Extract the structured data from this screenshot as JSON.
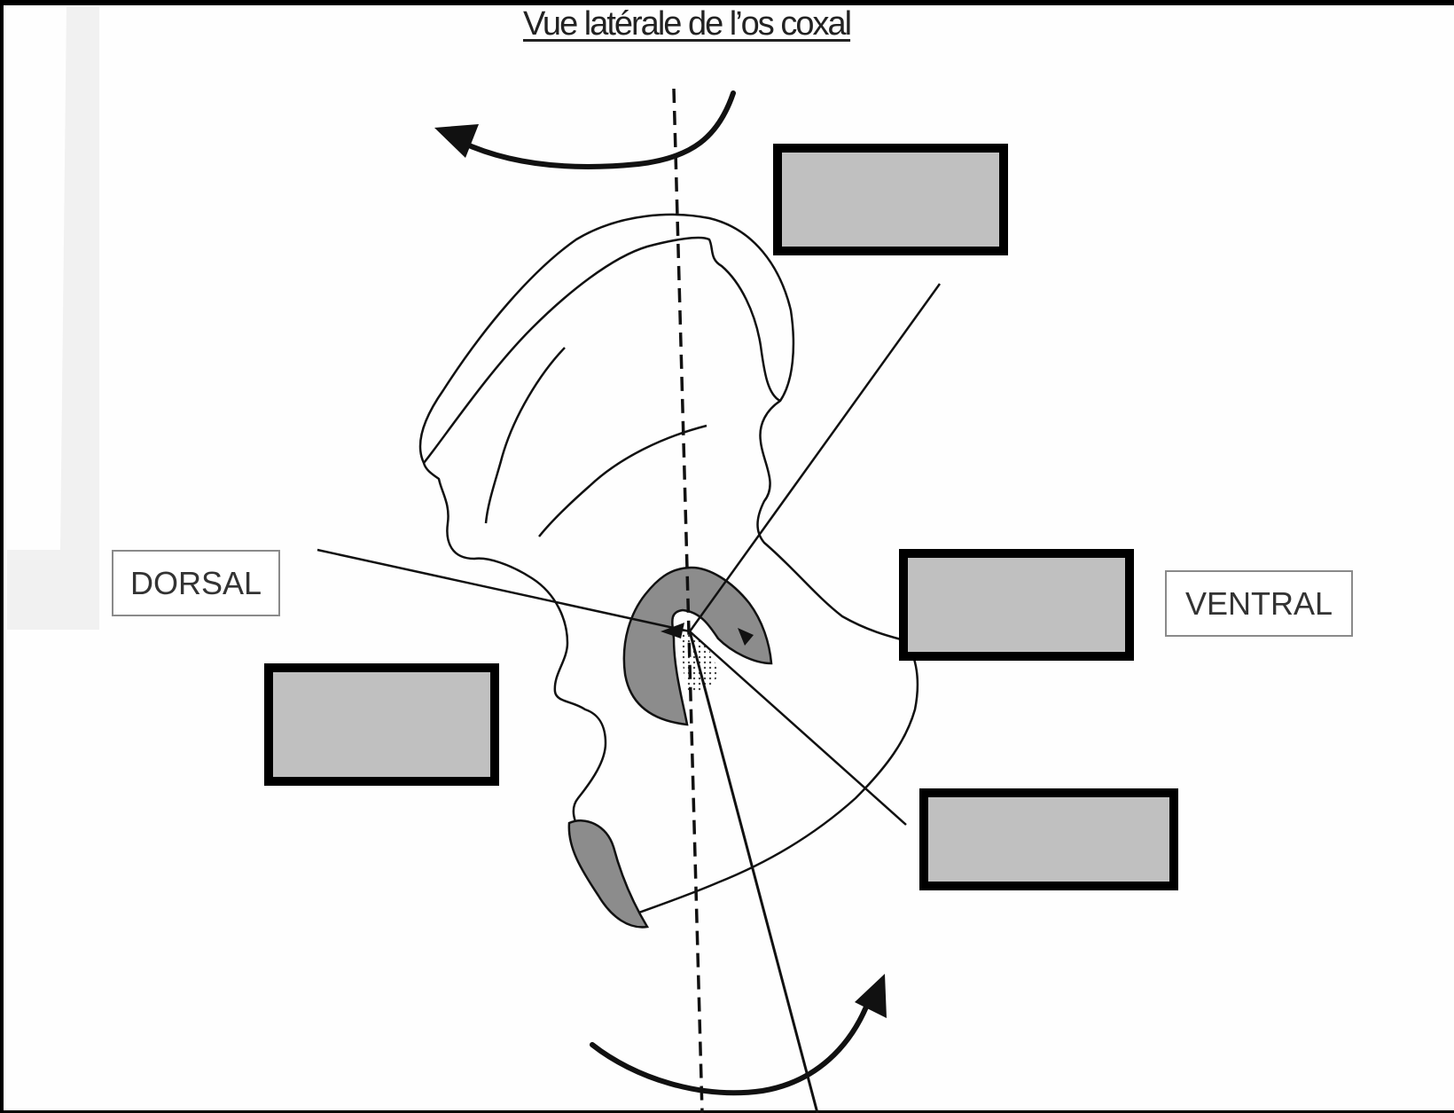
{
  "title": "Vue latérale de l’os coxal",
  "labels": {
    "dorsal": "DORSAL",
    "ventral": "VENTRAL"
  },
  "answer_boxes": [
    {
      "id": 1,
      "text": ""
    },
    {
      "id": 2,
      "text": ""
    },
    {
      "id": 3,
      "text": ""
    },
    {
      "id": 4,
      "text": ""
    }
  ],
  "colors": {
    "background": "#fefefe",
    "line": "#111111",
    "articular_surface": "#8c8c8c",
    "answer_box_fill": "#c0c0c0",
    "answer_box_border": "#000000"
  }
}
